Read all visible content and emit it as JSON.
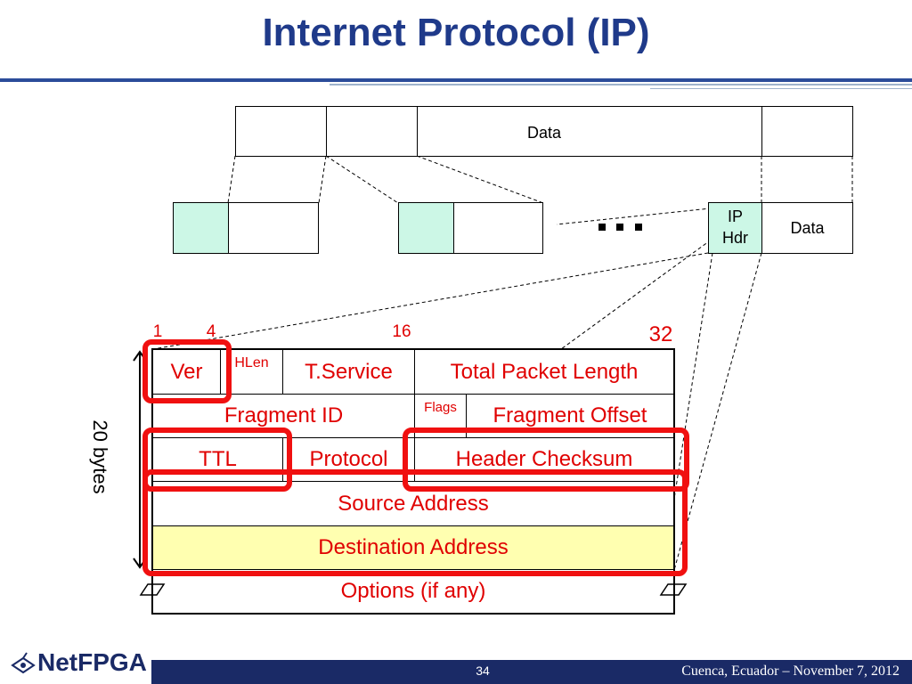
{
  "title": "Internet Protocol (IP)",
  "data_block": {
    "label": "Data"
  },
  "packet": {
    "hdr_line1": "IP",
    "hdr_line2": "Hdr",
    "data_label": "Data"
  },
  "bit_positions": {
    "b1": "1",
    "b4": "4",
    "b16": "16",
    "b32": "32"
  },
  "size_label": "20 bytes",
  "header_fields": {
    "ver": "Ver",
    "hlen": "HLen",
    "tservice": "T.Service",
    "total_length": "Total Packet Length",
    "fragment_id": "Fragment ID",
    "flags": "Flags",
    "fragment_offset": "Fragment Offset",
    "ttl": "TTL",
    "protocol": "Protocol",
    "header_checksum": "Header Checksum",
    "source_address": "Source Address",
    "destination_address": "Destination Address",
    "options": "Options (if any)"
  },
  "colors": {
    "title": "#1f3a8a",
    "field_text": "#e00000",
    "highlight": "#f01010",
    "ip_hdr_fill": "#ccf7e6",
    "dest_fill": "#ffffb0",
    "footer_bg": "#1a2a66"
  },
  "footer": {
    "page_number": "34",
    "event": "Cuenca, Ecuador – November 7, 2012",
    "logo": "NetFPGA"
  }
}
